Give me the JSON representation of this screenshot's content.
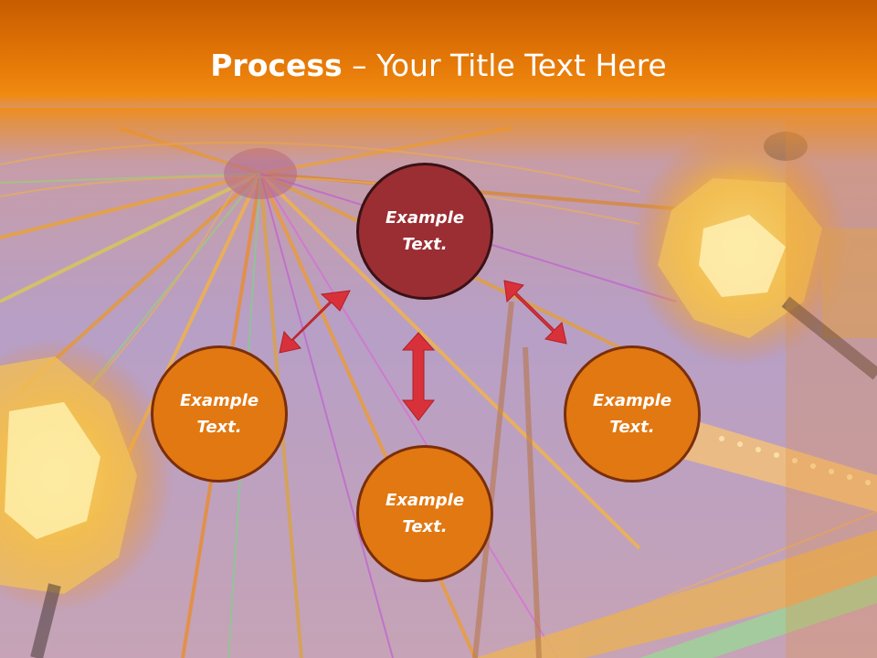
{
  "slide": {
    "title_bold": "Process",
    "title_rest": " – Your Title Text Here"
  },
  "colors": {
    "header": "#e67a08",
    "center_node": "#9b2e33",
    "side_node": "#e27812",
    "arrow": "#d9313a"
  },
  "nodes": {
    "top": "Example Text.",
    "left": "Example Text.",
    "right": "Example Text.",
    "bottom": "Example Text."
  }
}
